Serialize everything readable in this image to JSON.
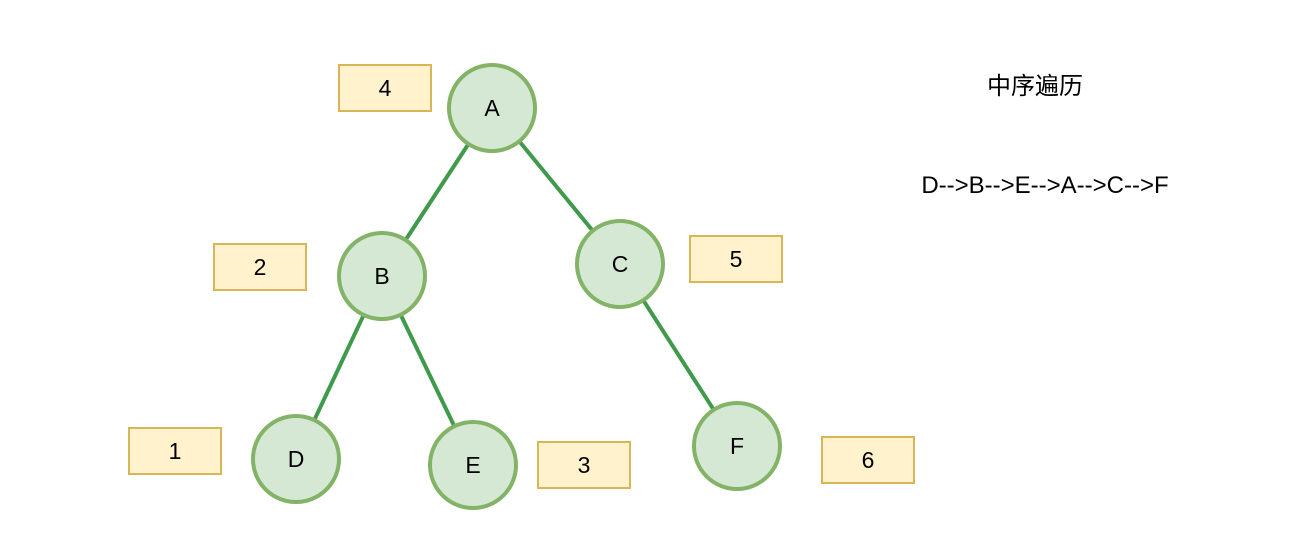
{
  "colors": {
    "edge": "#3f9a4b",
    "node_fill": "#d5e8d4",
    "node_stroke": "#82b366",
    "box_fill": "#fff2cc",
    "box_stroke": "#d6b656"
  },
  "nodes": [
    {
      "id": "A",
      "label": "A"
    },
    {
      "id": "B",
      "label": "B"
    },
    {
      "id": "C",
      "label": "C"
    },
    {
      "id": "D",
      "label": "D"
    },
    {
      "id": "E",
      "label": "E"
    },
    {
      "id": "F",
      "label": "F"
    }
  ],
  "edges": [
    {
      "from": "A",
      "to": "B"
    },
    {
      "from": "A",
      "to": "C"
    },
    {
      "from": "B",
      "to": "D"
    },
    {
      "from": "B",
      "to": "E"
    },
    {
      "from": "C",
      "to": "F"
    }
  ],
  "order_boxes": [
    {
      "node": "A",
      "label": "4"
    },
    {
      "node": "B",
      "label": "2"
    },
    {
      "node": "C",
      "label": "5"
    },
    {
      "node": "D",
      "label": "1"
    },
    {
      "node": "E",
      "label": "3"
    },
    {
      "node": "F",
      "label": "6"
    }
  ],
  "side_panel": {
    "title": "中序遍历",
    "sequence": "D-->B-->E-->A-->C-->F"
  }
}
